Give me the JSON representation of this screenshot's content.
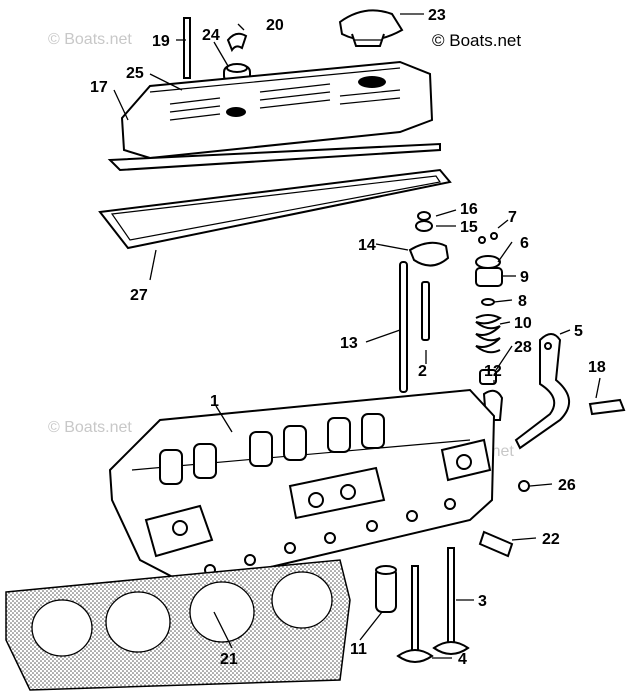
{
  "watermark": {
    "main": "© Boats.net",
    "faint": "© Boats.net"
  },
  "callouts": [
    {
      "id": "1",
      "label": "1"
    },
    {
      "id": "2",
      "label": "2"
    },
    {
      "id": "3",
      "label": "3"
    },
    {
      "id": "4",
      "label": "4"
    },
    {
      "id": "5",
      "label": "5"
    },
    {
      "id": "6",
      "label": "6"
    },
    {
      "id": "7",
      "label": "7"
    },
    {
      "id": "8",
      "label": "8"
    },
    {
      "id": "9",
      "label": "9"
    },
    {
      "id": "10",
      "label": "10"
    },
    {
      "id": "11",
      "label": "11"
    },
    {
      "id": "12",
      "label": "12"
    },
    {
      "id": "13",
      "label": "13"
    },
    {
      "id": "14",
      "label": "14"
    },
    {
      "id": "15",
      "label": "15"
    },
    {
      "id": "16",
      "label": "16"
    },
    {
      "id": "17",
      "label": "17"
    },
    {
      "id": "18",
      "label": "18"
    },
    {
      "id": "19",
      "label": "19"
    },
    {
      "id": "20",
      "label": "20"
    },
    {
      "id": "21",
      "label": "21"
    },
    {
      "id": "22",
      "label": "22"
    },
    {
      "id": "23",
      "label": "23"
    },
    {
      "id": "24",
      "label": "24"
    },
    {
      "id": "25",
      "label": "25"
    },
    {
      "id": "26",
      "label": "26"
    },
    {
      "id": "27",
      "label": "27"
    },
    {
      "id": "28",
      "label": "28"
    }
  ]
}
